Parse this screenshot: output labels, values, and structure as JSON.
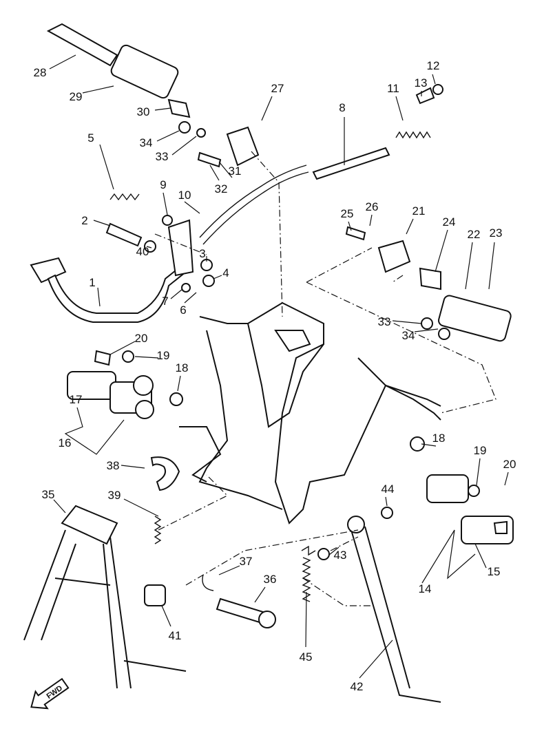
{
  "diagram": {
    "type": "exploded parts diagram",
    "logo_text": "FWD",
    "labels": [
      "28",
      "29",
      "30",
      "34",
      "33",
      "27",
      "8",
      "11",
      "13",
      "12",
      "5",
      "9",
      "10",
      "31",
      "32",
      "2",
      "40",
      "3",
      "1",
      "4",
      "7",
      "6",
      "25",
      "26",
      "21",
      "24",
      "22",
      "23",
      "33",
      "34",
      "20",
      "19",
      "18",
      "17",
      "16",
      "38",
      "18",
      "19",
      "20",
      "35",
      "39",
      "44",
      "43",
      "37",
      "36",
      "14",
      "15",
      "41",
      "45",
      "42"
    ]
  }
}
